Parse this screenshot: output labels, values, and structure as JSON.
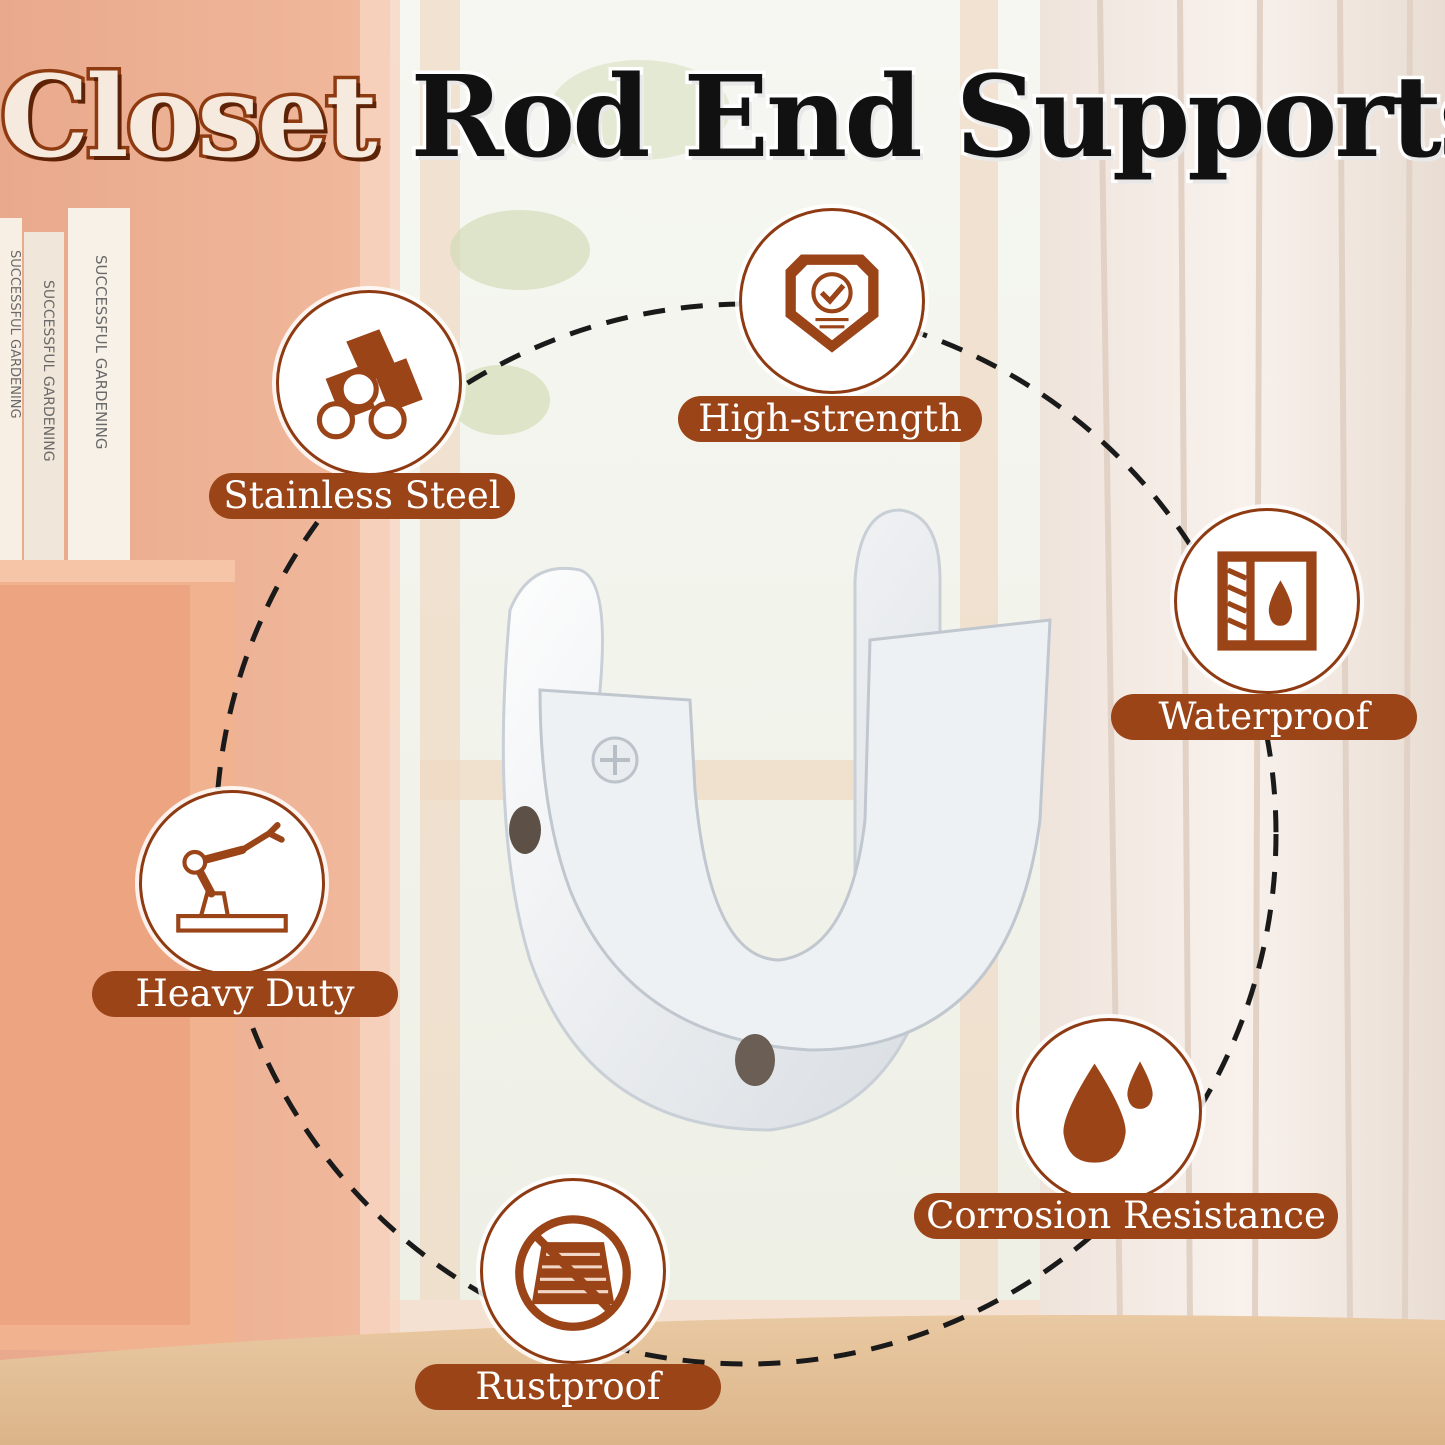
{
  "title": {
    "word1": "Closet",
    "word2": "Rod End Supports"
  },
  "features": [
    {
      "label": "High-strength",
      "icon": "shield-check-icon"
    },
    {
      "label": "Stainless Steel",
      "icon": "steel-rods-icon"
    },
    {
      "label": "Waterproof",
      "icon": "waterproof-panel-icon"
    },
    {
      "label": "Heavy Duty",
      "icon": "robot-arm-icon"
    },
    {
      "label": "Corrosion Resistance",
      "icon": "water-drops-icon"
    },
    {
      "label": "Rustproof",
      "icon": "no-rust-icon"
    }
  ],
  "book_spines": [
    "SUCCESSFUL GARDENING",
    "SUCCESSFUL GARDENING",
    "SUCCESSFUL GARDENING"
  ],
  "colors": {
    "accent": "#9a4418",
    "badge_border": "#8e3a12",
    "dashed_ring": "#1a1a1a",
    "title_dark": "#111111"
  }
}
